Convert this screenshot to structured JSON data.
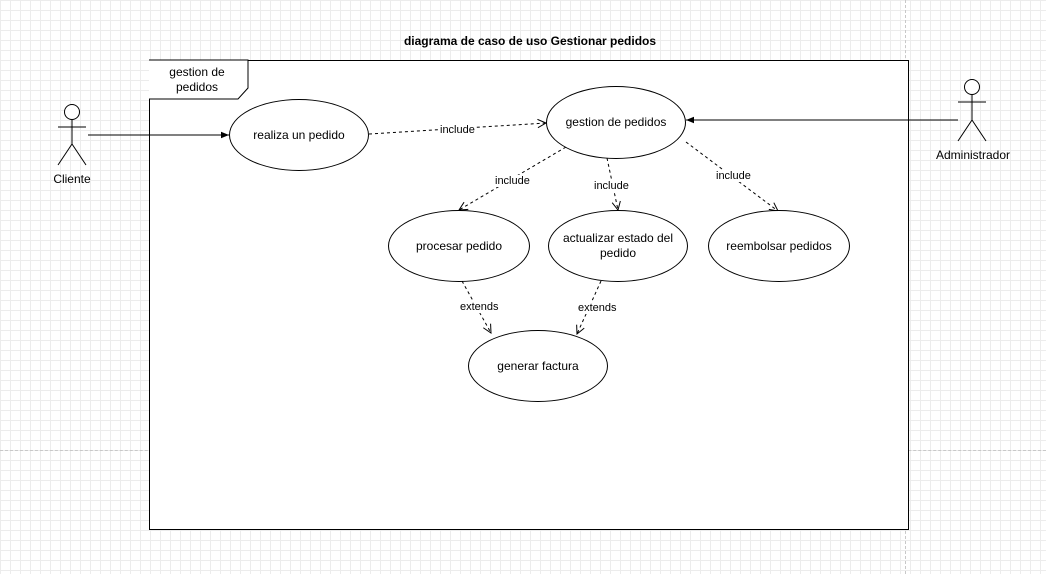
{
  "diagram": {
    "title": "diagrama de caso de uso Gestionar pedidos",
    "frame_label": "gestion de pedidos",
    "actors": {
      "cliente": "Cliente",
      "administrador": "Administrador"
    },
    "use_cases": {
      "realiza_pedido": "realiza un pedido",
      "gestion_pedidos": "gestion de pedidos",
      "procesar_pedido": "procesar pedido",
      "actualizar_estado": "actualizar estado del pedido",
      "reembolsar_pedidos": "reembolsar pedidos",
      "generar_factura": "generar factura"
    },
    "relations": {
      "include_realiza_gestion": "include",
      "include_gestion_procesar": "include",
      "include_gestion_actualizar": "include",
      "include_gestion_reembolsar": "include",
      "extends_procesar_factura": "extends",
      "extends_actualizar_factura": "extends"
    }
  }
}
